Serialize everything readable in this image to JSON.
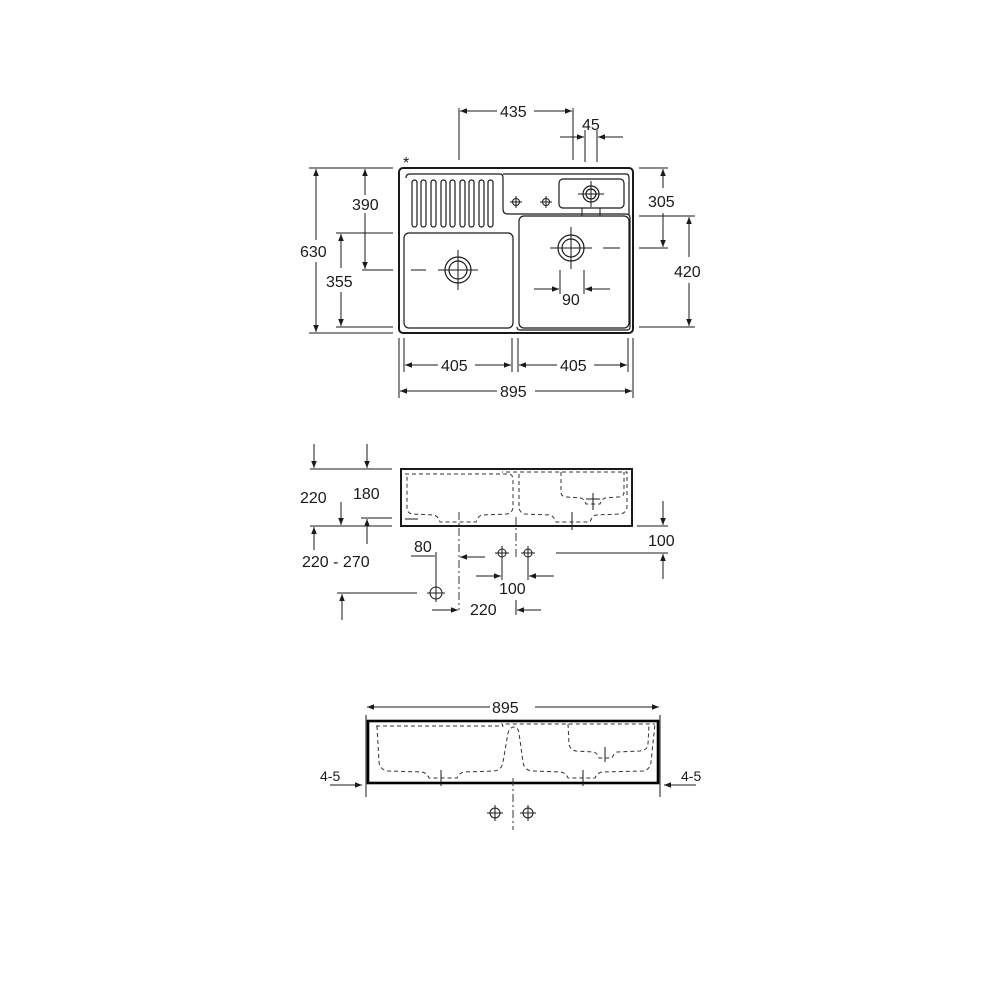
{
  "drawing": {
    "type": "technical-dimension-drawing",
    "subject": "double-bowl ceramic kitchen sink",
    "units": "mm",
    "top_view": {
      "asterisk": "*",
      "dims": {
        "tap_offset": "435",
        "tap_spacing": "45",
        "overall_depth": "630",
        "left_bowl_drain_from_front_total": "390",
        "left_bowl_depth": "355",
        "right_drain_from_back": "305",
        "right_bowl_depth": "420",
        "right_drain_overflow": "90",
        "left_bowl_width": "405",
        "right_bowl_width": "405",
        "overall_width": "895"
      }
    },
    "side_view": {
      "dims": {
        "height_total": "220",
        "bowl_depth": "180",
        "install_height": "220 - 270",
        "drain_offset": "80",
        "outlet_spacing": "100",
        "outlet_center": "220",
        "front_height": "100"
      }
    },
    "front_view": {
      "dims": {
        "overall_width": "895",
        "left_gap": "4-5",
        "right_gap": "4-5"
      }
    }
  }
}
